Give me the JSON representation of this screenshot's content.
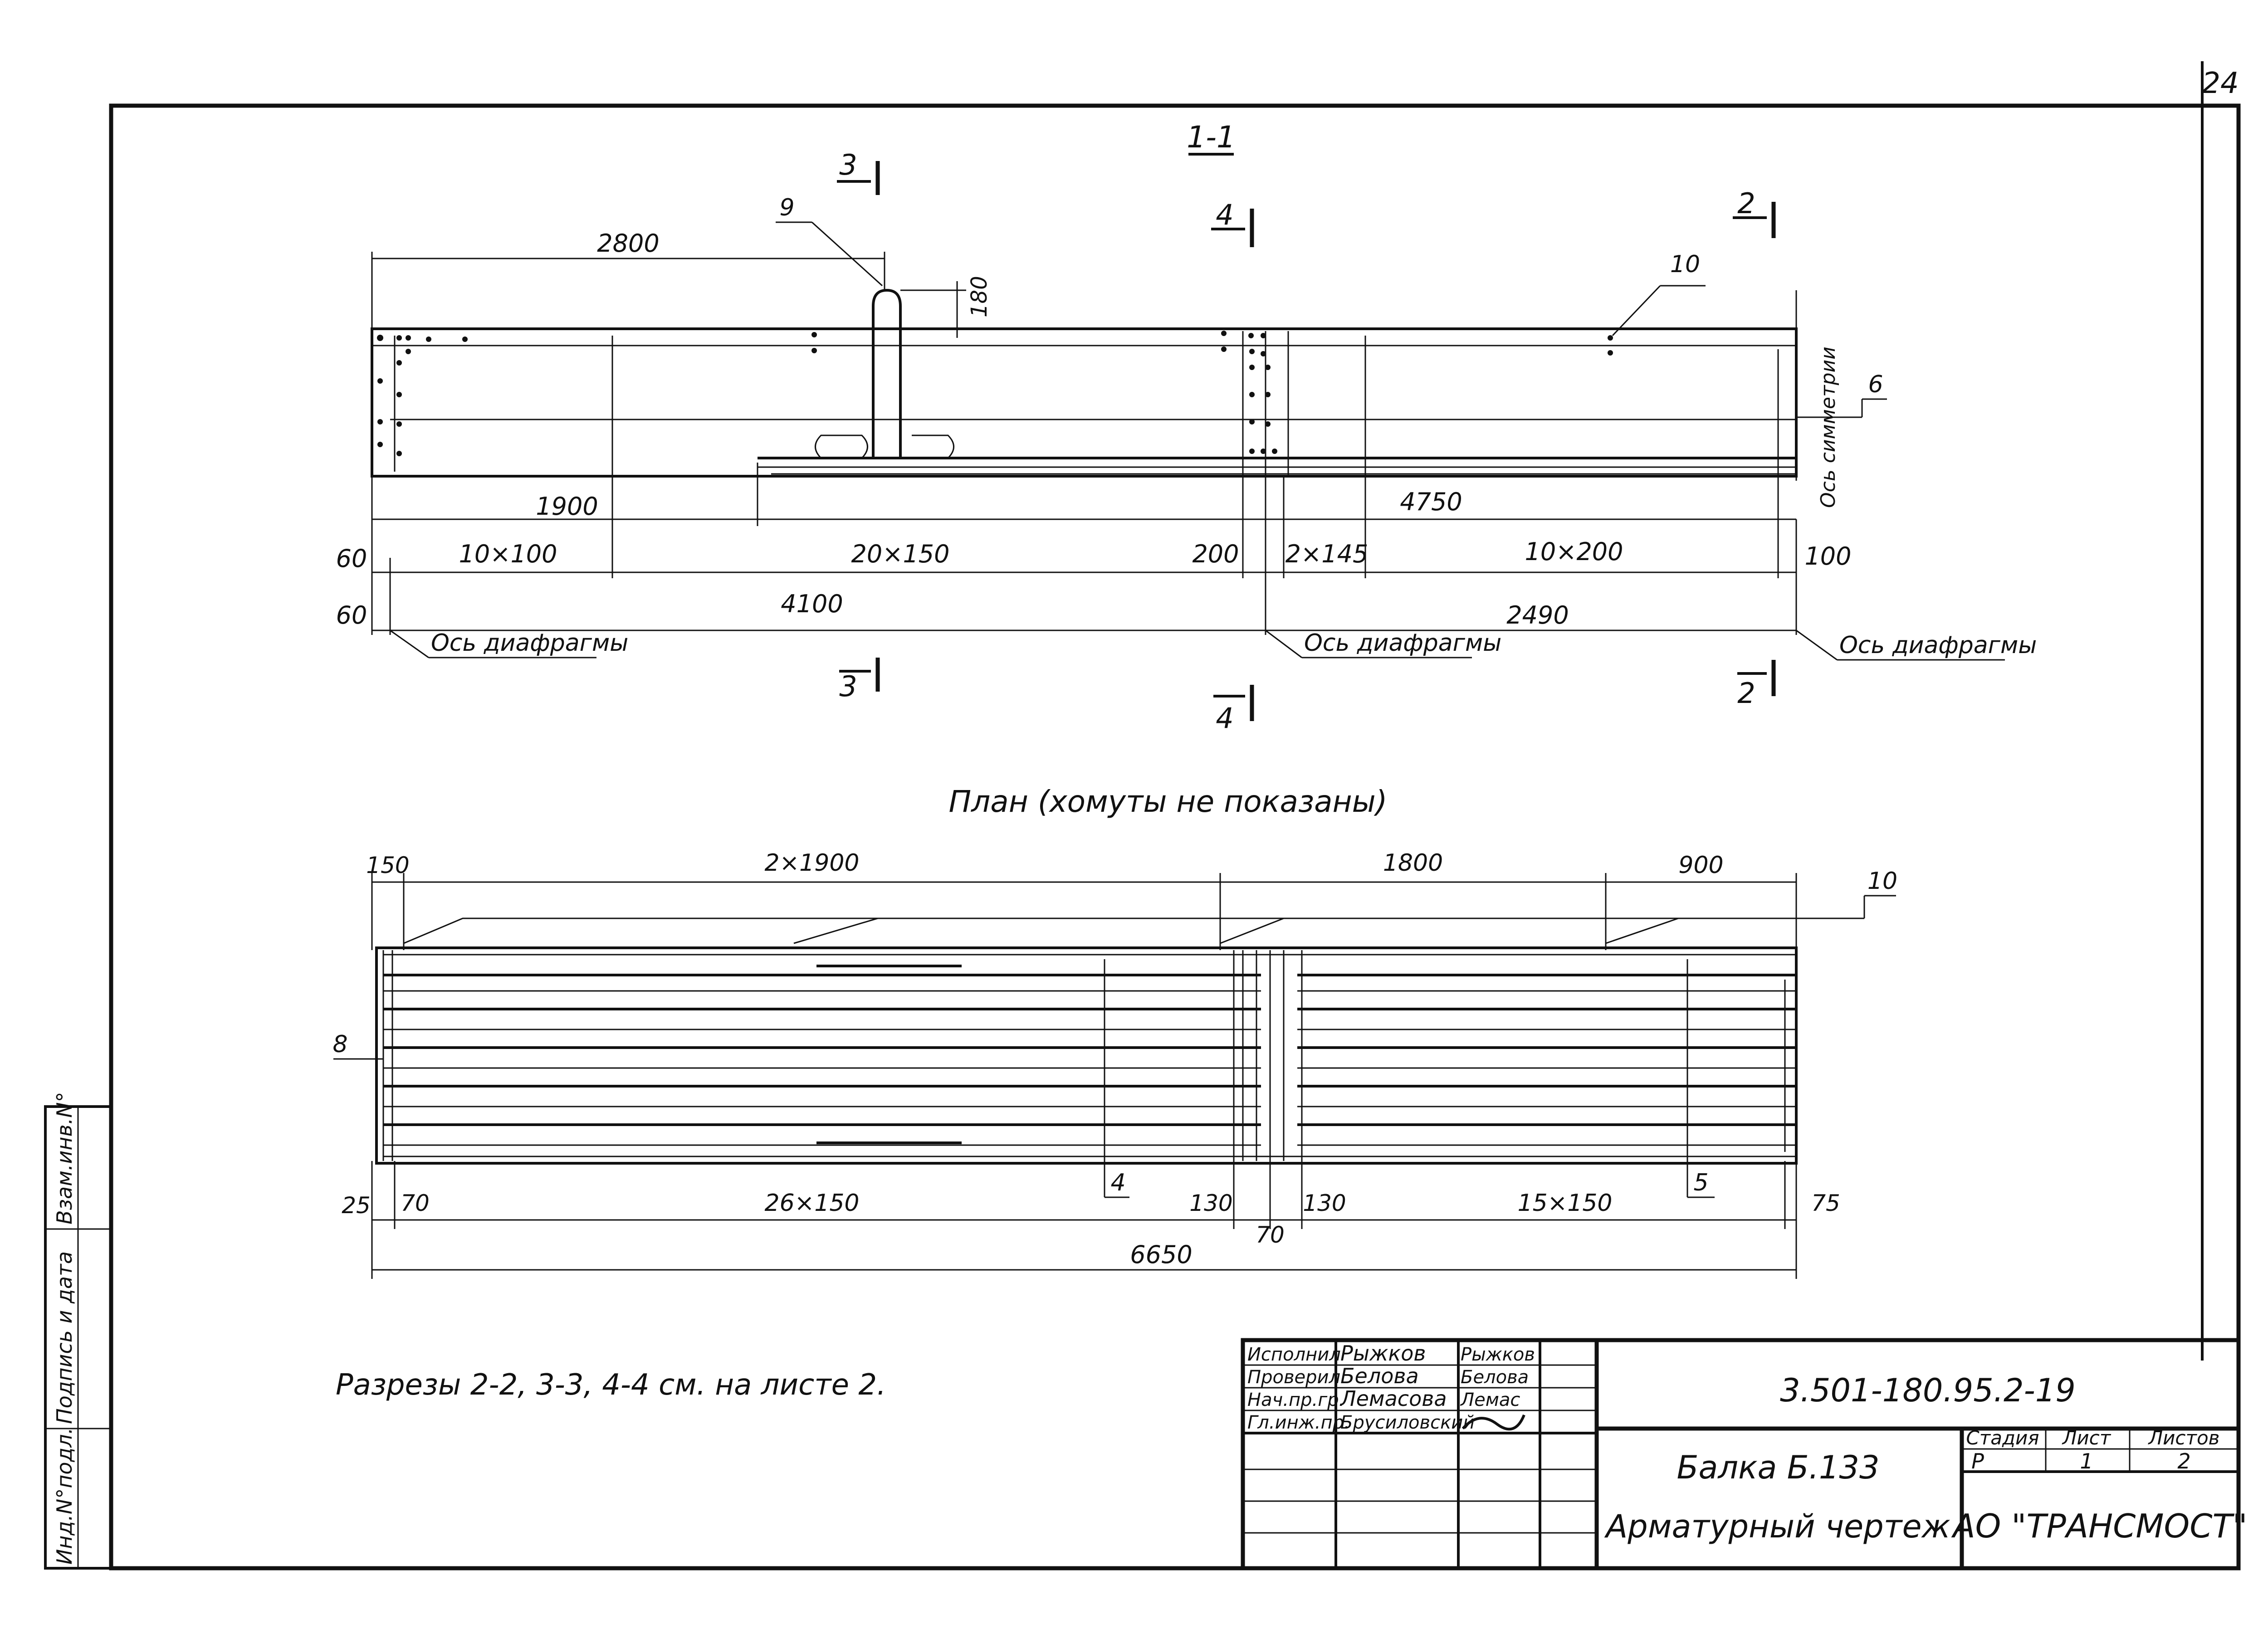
{
  "sheet_number": "24",
  "section_1_1": {
    "title": "1-1",
    "cut_marks": [
      "3",
      "4",
      "2"
    ],
    "leaders": {
      "pos_9": "9",
      "pos_10": "10",
      "pos_6": "6"
    },
    "dims_top": {
      "d2800": "2800",
      "d180": "180"
    },
    "dims_row1": {
      "d1900": "1900",
      "d4750": "4750"
    },
    "dims_row2": {
      "d60": "60",
      "d10x100": "10×100",
      "d20x150": "20×150",
      "d200": "200",
      "d2x145": "2×145",
      "d10x200": "10×200",
      "d100": "100"
    },
    "dims_row3": {
      "d60": "60",
      "d4100": "4100",
      "d2490": "2490"
    },
    "axis_label": "Ось диафрагмы",
    "symmetry_axis": "Ось симметрии"
  },
  "plan": {
    "title": "План (хомуты не показаны)",
    "dims_top": {
      "d150": "150",
      "d2x1900": "2×1900",
      "d1800": "1800",
      "d900": "900"
    },
    "dims_bottom": {
      "d25": "25",
      "d70": "70",
      "d26x150": "26×150",
      "d130a": "130",
      "d70b": "70",
      "d130b": "130",
      "d15x150": "15×150",
      "d75": "75",
      "total": "6650"
    },
    "leaders": {
      "pos_10": "10",
      "pos_8": "8",
      "pos_4": "4",
      "pos_5": "5"
    }
  },
  "note": "Разрезы 2-2, 3-3, 4-4 см. на листе 2.",
  "side_stamp": {
    "inv_no_orig": "Инд.N°подл.",
    "sign_date": "Подпись и дата",
    "inv_no_repl": "Взам.инв.N°"
  },
  "title_block": {
    "rows": [
      {
        "role": "Исполнил",
        "name": "Рыжков",
        "signature": "Рыжков"
      },
      {
        "role": "Проверил",
        "name": "Белова",
        "signature": "Белова"
      },
      {
        "role": "Нач.пр.гр.",
        "name": "Лемасова",
        "signature": "Лемас"
      },
      {
        "role": "Гл.инж.пр.",
        "name": "Брусиловский",
        "signature": ""
      }
    ],
    "doc_code": "3.501-180.95.2-19",
    "item_name": "Балка Б.133",
    "drawing_type": "Арматурный чертеж",
    "stage_header": "Стадия",
    "sheet_header": "Лист",
    "sheets_header": "Листов",
    "stage": "Р",
    "sheet": "1",
    "sheets": "2",
    "company": "АО \"ТРАНСМОСТ\""
  }
}
